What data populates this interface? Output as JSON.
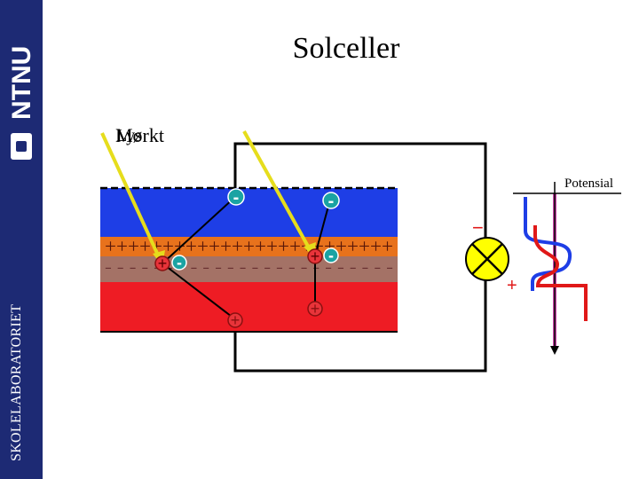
{
  "title": "Solceller",
  "sidebar": {
    "org_label": "SKOLELABORATORIET",
    "logo_text": "NTNU"
  },
  "labels": {
    "dark": "Mørkt",
    "light": "Lys",
    "potential": "Potensial"
  },
  "symbols": {
    "plus_row": "+++++++++++++++++++++++++",
    "minus_row": "- - - - - - - - - - - - - - - - - - - - - - - -",
    "electron": "-",
    "hole": "+",
    "terminal_minus": "−",
    "terminal_plus": "+"
  },
  "colors": {
    "sidebar": "#1d2a74",
    "n_layer": "#1e3ee6",
    "junction_orange": "#e8721c",
    "junction_brown": "#a47266",
    "p_layer": "#ee1c24",
    "electron_fill": "#1aa3a3",
    "hole_fill": "#e8343a",
    "light_ray": "#e6dd1c",
    "lamp_fill": "#ffff00",
    "potential_blue": "#1e3ee6",
    "potential_red": "#e01818",
    "potential_magenta": "#cc44aa"
  }
}
